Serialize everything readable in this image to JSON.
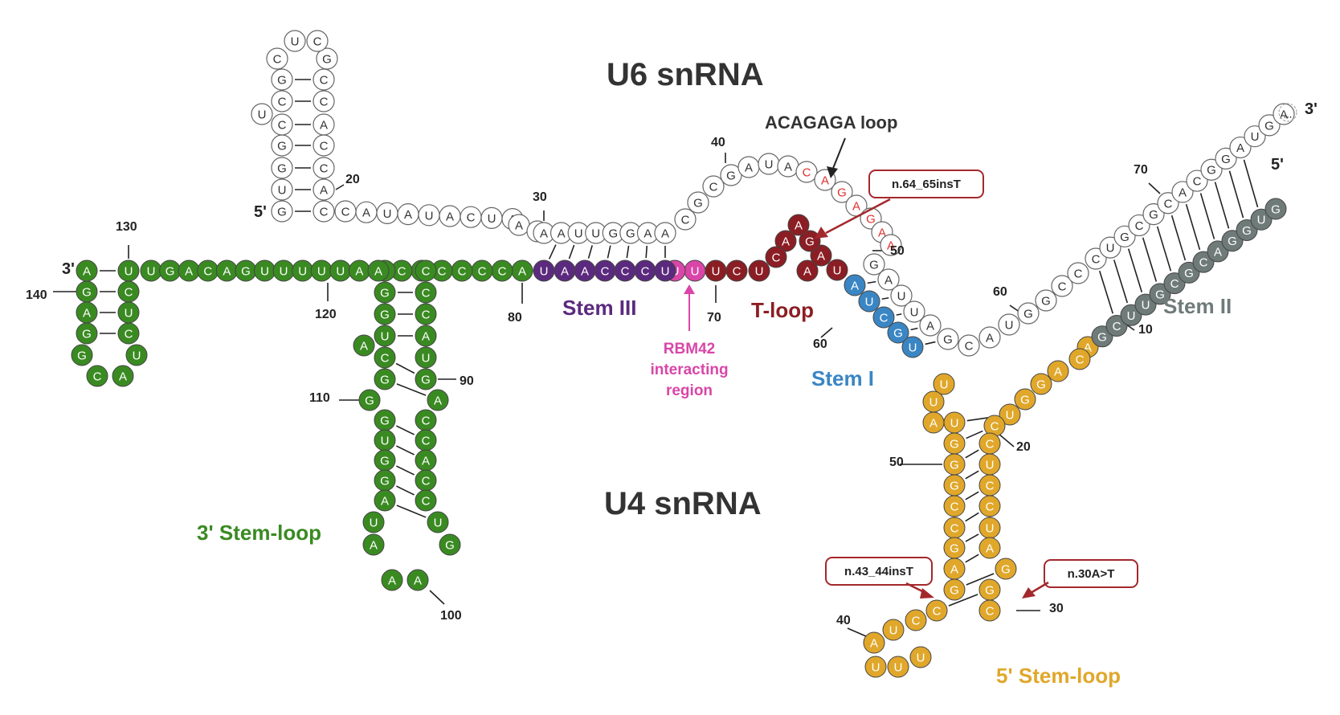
{
  "titles": {
    "u6": "U6 snRNA",
    "u4": "U4 snRNA"
  },
  "ends": {
    "u6_5": "5'",
    "u6_3": "3'",
    "u4_5": "5'",
    "u4_3": "3'",
    "ellipsis": "..."
  },
  "numbers": {
    "n20": "20",
    "n30": "30",
    "n40": "40",
    "n50": "50",
    "n60": "60",
    "n70": "70",
    "u4_10": "10",
    "u4_20": "20",
    "u4_30": "30",
    "u4_40": "40",
    "u4_50": "50",
    "u4_60": "60",
    "u4_70": "70",
    "u4_80": "80",
    "u4_90": "90",
    "u4_100": "100",
    "u4_110": "110",
    "u4_120": "120",
    "u4_130": "130",
    "u4_140": "140"
  },
  "regions": {
    "stem3": {
      "label": "Stem III",
      "color": "#5b2a7e"
    },
    "tloop": {
      "label": "T-loop",
      "color": "#8b1e24"
    },
    "stem1": {
      "label": "Stem I",
      "color": "#3a86c4"
    },
    "stem2": {
      "label": "Stem II",
      "color": "#6f7b79"
    },
    "stem_loop3": {
      "label": "3' Stem-loop",
      "color": "#3a8a22"
    },
    "stem_loop5": {
      "label": "5' Stem-loop",
      "color": "#e0a72a"
    },
    "rbm42": {
      "label_1": "RBM42",
      "label_2": "interacting",
      "label_3": "region",
      "color": "#d946a8"
    }
  },
  "annotations": {
    "acagaga": "ACAGAGA loop"
  },
  "mutations": [
    {
      "label": "n.64_65insT"
    },
    {
      "label": "n.43_44insT"
    },
    {
      "label": "n.30A>T"
    }
  ],
  "u6": {
    "hairpin_left": [
      "G",
      "U",
      "G",
      "G",
      "C",
      "U",
      "C",
      "G",
      "C",
      "U"
    ],
    "hairpin_right": [
      "C",
      "A",
      "C",
      "C",
      "A",
      "C",
      "C",
      "G",
      "C",
      "G"
    ],
    "linker": [
      "C",
      "A",
      "U",
      "A",
      "U",
      "A",
      "C",
      "U",
      "A",
      "A",
      "A"
    ],
    "stem3_top": [
      "A",
      "A",
      "U",
      "U",
      "G",
      "G",
      "A",
      "A"
    ],
    "arch": [
      "C",
      "G",
      "C",
      "G",
      "A",
      "U",
      "A",
      "C",
      "A",
      "G",
      "A",
      "G",
      "A",
      "A"
    ],
    "down": [
      "G",
      "A",
      "U",
      "U",
      "A",
      "G",
      "C",
      "A",
      "U",
      "G",
      "G",
      "C",
      "C"
    ],
    "stem2_top": [
      "C",
      "U",
      "G",
      "C",
      "G",
      "C",
      "A",
      "C",
      "G",
      "G",
      "A",
      "U",
      "G",
      "A"
    ]
  },
  "u4": {
    "stem2": [
      "A",
      "G",
      "C",
      "U",
      "U",
      "G",
      "C",
      "G",
      "C",
      "A",
      "G",
      "G",
      "U",
      "G"
    ],
    "stem1": [
      "U",
      "G",
      "C",
      "U",
      "A"
    ],
    "tloop": [
      "U",
      "A",
      "G",
      "A",
      "A",
      "C",
      "U"
    ],
    "rbm42": [
      "U",
      "U"
    ],
    "stem3": [
      "U",
      "C",
      "C",
      "C",
      "A",
      "A",
      "U"
    ],
    "green_lead": [
      "A",
      "C",
      "C",
      "C",
      "C",
      "C",
      "C"
    ],
    "left_leg": [
      "C",
      "G",
      "G",
      "U",
      "A",
      "C",
      "G",
      "G",
      "G",
      "U",
      "G",
      "G",
      "A",
      "U",
      "A"
    ],
    "loop100": [
      "A",
      "A"
    ],
    "right_leg": [
      "C",
      "C",
      "C",
      "A",
      "U",
      "G",
      "A",
      "C",
      "C",
      "A",
      "C",
      "C",
      "U",
      "G"
    ],
    "long_strand": [
      "U",
      "G",
      "A",
      "C",
      "A",
      "G",
      "U",
      "U",
      "U",
      "U",
      "U",
      "A",
      "A"
    ],
    "hook_left": [
      "A",
      "G",
      "A",
      "G",
      "G"
    ],
    "hook_bottom": [
      "C",
      "A"
    ],
    "hook_right": [
      "U",
      "C",
      "U",
      "C"
    ],
    "fivep_left": [
      "U",
      "U",
      "A",
      "U",
      "G",
      "G",
      "G",
      "C",
      "C",
      "G",
      "A",
      "G",
      "C",
      "C"
    ],
    "fivep_loop": [
      "U",
      "A",
      "U",
      "U",
      "U"
    ],
    "fivep_right": [
      "C",
      "A",
      "G",
      "G",
      "U",
      "C",
      "C",
      "U",
      "C",
      "C",
      "U",
      "A",
      "G",
      "G",
      "C"
    ]
  },
  "colors": {
    "u6": "#ffffff",
    "green": "#3a8a22",
    "purple": "#5b2a7e",
    "pink": "#d946a8",
    "maroon": "#8b1e24",
    "blue": "#3a86c4",
    "grey": "#6f7b79",
    "orange": "#e0a72a",
    "red_text": "#e0302e"
  }
}
